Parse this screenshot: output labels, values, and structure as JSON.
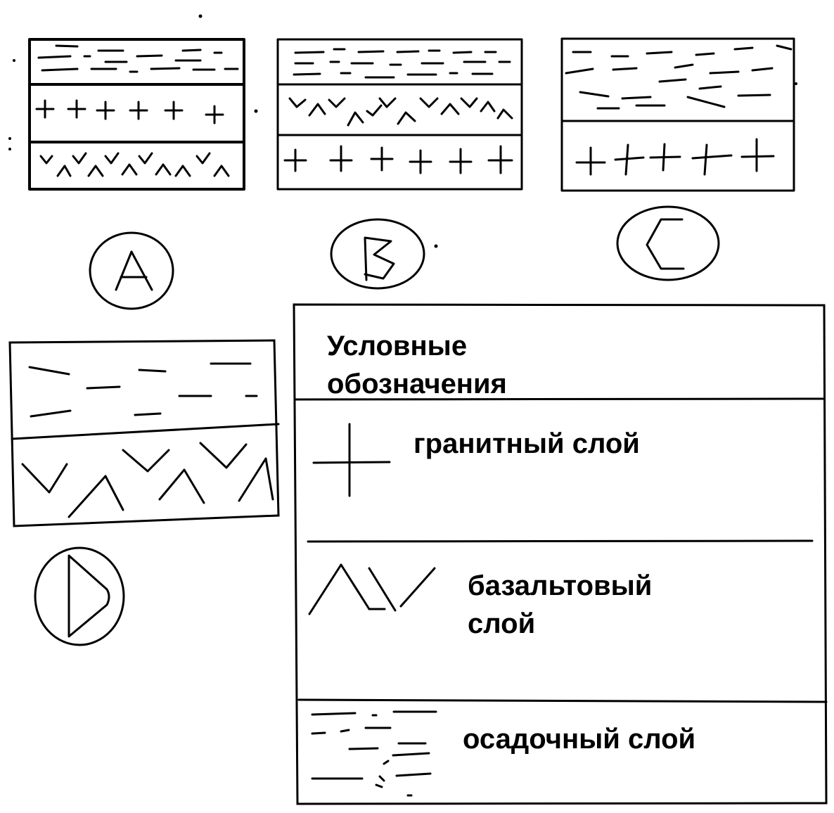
{
  "panels": [
    {
      "id": "A",
      "label": "A",
      "layers_top_to_bottom": [
        "осадочный слой",
        "гранитный слой",
        "базальтовый слой"
      ]
    },
    {
      "id": "B",
      "label": "B",
      "layers_top_to_bottom": [
        "осадочный слой",
        "базальтовый слой",
        "гранитный слой"
      ]
    },
    {
      "id": "C",
      "label": "C",
      "layers_top_to_bottom": [
        "осадочный слой",
        "гранитный слой"
      ]
    },
    {
      "id": "D",
      "label": "D",
      "layers_top_to_bottom": [
        "осадочный слой",
        "базальтовый слой"
      ]
    }
  ],
  "legend": {
    "title": "Условные обозначения",
    "items": [
      {
        "symbol": "plus-icon",
        "label": "гранитный слой"
      },
      {
        "symbol": "zigzag-icon",
        "label": "базальтовый слой"
      },
      {
        "symbol": "dashes-icon",
        "label": "осадочный слой"
      }
    ]
  }
}
